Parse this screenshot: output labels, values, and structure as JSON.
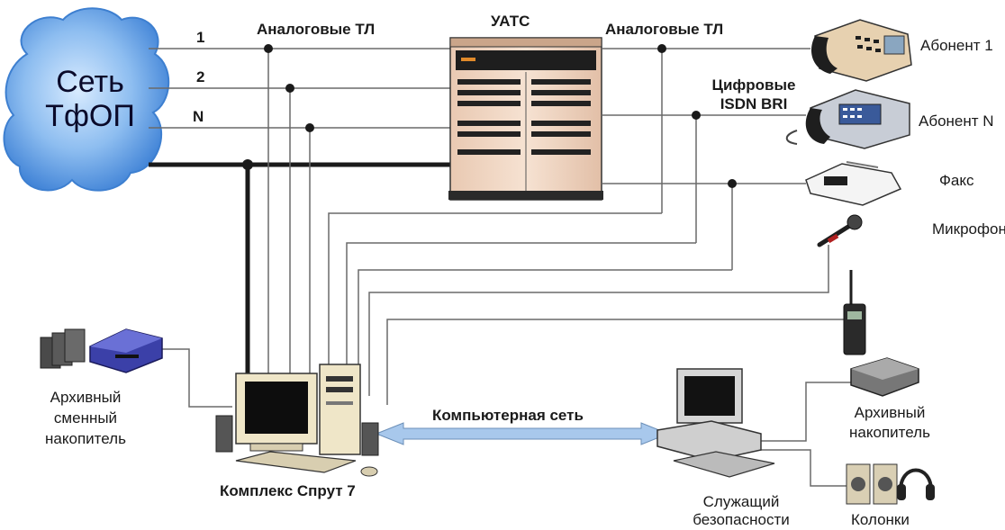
{
  "colors": {
    "cloud": "#7fb2ea",
    "cloud_edge": "#3d7fd0",
    "pbx": "#f2d8c6",
    "line": "#6a6a6a",
    "trunk": "#1a1a1a",
    "network_arrow": "#a8c8ec"
  },
  "cloud": {
    "line1": "Сеть",
    "line2": "ТфОП"
  },
  "trunk_numbers": [
    "1",
    "2",
    "N"
  ],
  "labels": {
    "analog_left": "Аналоговые ТЛ",
    "pbx": "УАТС",
    "analog_right": "Аналоговые ТЛ",
    "digital_line1": "Цифровые",
    "digital_line2": "ISDN BRI",
    "network": "Компьютерная сеть",
    "complex": "Комплекс Спрут 7"
  },
  "endpoints": {
    "subscriber_1": "Абонент 1",
    "subscriber_n": "Абонент N",
    "fax": "Факс",
    "microphone": "Микрофон"
  },
  "storage": {
    "line1": "Архивный",
    "line2": "сменный",
    "line3": "накопитель"
  },
  "guard": {
    "label_line1": "Служащий",
    "label_line2": "безопасности",
    "archive_line1": "Архивный",
    "archive_line2": "накопитель",
    "speakers": "Колонки"
  },
  "icons": [
    "phone-icon",
    "isdn-phone-icon",
    "fax-icon",
    "microphone-icon",
    "radio-icon",
    "removable-drive-icon",
    "pc-icon",
    "workstation-icon",
    "tape-drive-icon",
    "speakers-icon",
    "headphones-icon"
  ]
}
